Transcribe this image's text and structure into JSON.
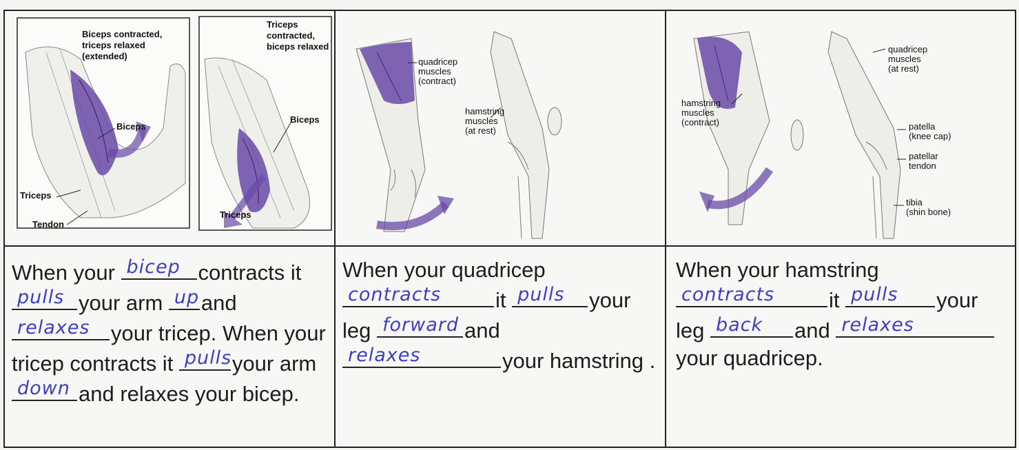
{
  "diagrams": {
    "arm_extended": {
      "caption_lines": [
        "Biceps contracted,",
        "triceps relaxed",
        "(extended)"
      ],
      "label_biceps": "Biceps",
      "label_triceps": "Triceps",
      "label_tendon": "Tendon"
    },
    "arm_flexed": {
      "caption_lines": [
        "Triceps",
        "contracted,",
        "biceps relaxed"
      ],
      "label_biceps": "Biceps",
      "label_triceps": "Triceps"
    },
    "leg_quad": {
      "quad_lines": [
        "quadricep",
        "muscles",
        "(contract)"
      ],
      "ham_lines": [
        "hamstring",
        "muscles",
        "(at rest)"
      ]
    },
    "leg_ham": {
      "ham_lines": [
        "hamstring",
        "muscles",
        "(contract)"
      ],
      "quad_lines": [
        "quadricep",
        "muscles",
        "(at rest)"
      ],
      "patella_lines": [
        "patella",
        "(knee cap)"
      ],
      "tendon_lines": [
        "patellar",
        "tendon"
      ],
      "tibia_lines": [
        "tibia",
        "(shin bone)"
      ]
    }
  },
  "sentences": {
    "s1": {
      "t1": "When your ",
      "a1": "bicep",
      "t2": "contracts it ",
      "a2": "pulls",
      "t3": "your arm ",
      "a3": "up",
      "t4": "and ",
      "a4": "relaxes",
      "t5": "your tricep. When your tricep contracts it ",
      "a5": "pulls",
      "t6": "your arm ",
      "a6": "down",
      "t7": "and relaxes your bicep."
    },
    "s2": {
      "t1": "When your quadricep ",
      "a1": "contracts",
      "t2": "it ",
      "a2": "pulls",
      "t3": "your leg ",
      "a3": "forward",
      "t4": "and ",
      "a4": "relaxes",
      "t5": "your hamstring ."
    },
    "s3": {
      "t1": "When your hamstring ",
      "a1": "contracts",
      "t2": "it ",
      "a2": "pulls",
      "t3": "your leg ",
      "a3": "back",
      "t4": "and ",
      "a4": "relaxes",
      "t5": " your quadricep."
    }
  },
  "colors": {
    "muscle": "#6a4aa8",
    "handwriting": "#3e3ec5",
    "ink": "#1d1d1d"
  }
}
